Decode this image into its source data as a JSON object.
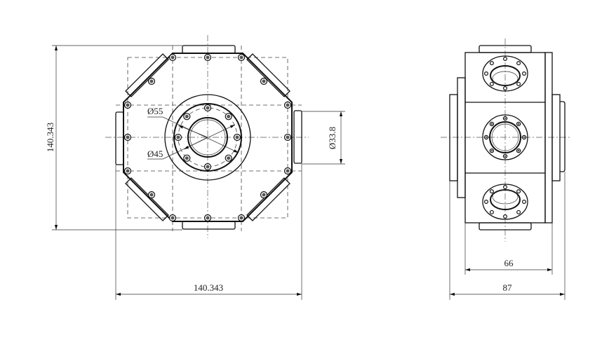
{
  "front_view": {
    "height_dimension": "140.343",
    "width_dimension": "140.343",
    "outer_diameter": "Ø55",
    "inner_diameter": "Ø45",
    "port_diameter": "Ø33.8"
  },
  "side_view": {
    "body_width_dimension": "66",
    "overall_width_dimension": "87"
  }
}
